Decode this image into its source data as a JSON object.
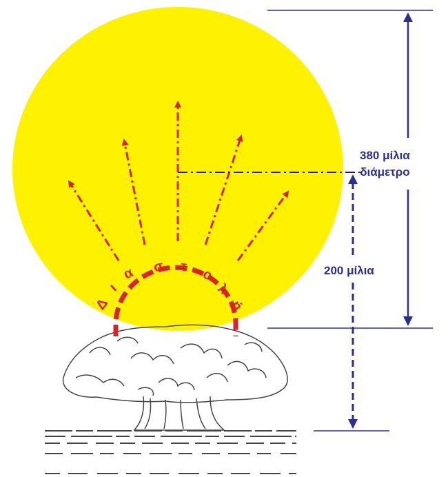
{
  "labels": {
    "diameter_value": "380 μίλια",
    "diameter_word": "διάμετρο",
    "height": "200 μίλια",
    "expansion_letters": [
      "Δ",
      "ι",
      "α",
      "σ",
      "τ",
      "ο",
      "λ",
      "ή"
    ]
  },
  "colors": {
    "fireball": "#fff200",
    "arrows": "#d9222a",
    "dimensions": "#2b2f8f",
    "sketch": "#444444"
  },
  "icons": {
    "cloud": "mushroom-cloud-sketch",
    "arrow": "expansion-arrow"
  }
}
